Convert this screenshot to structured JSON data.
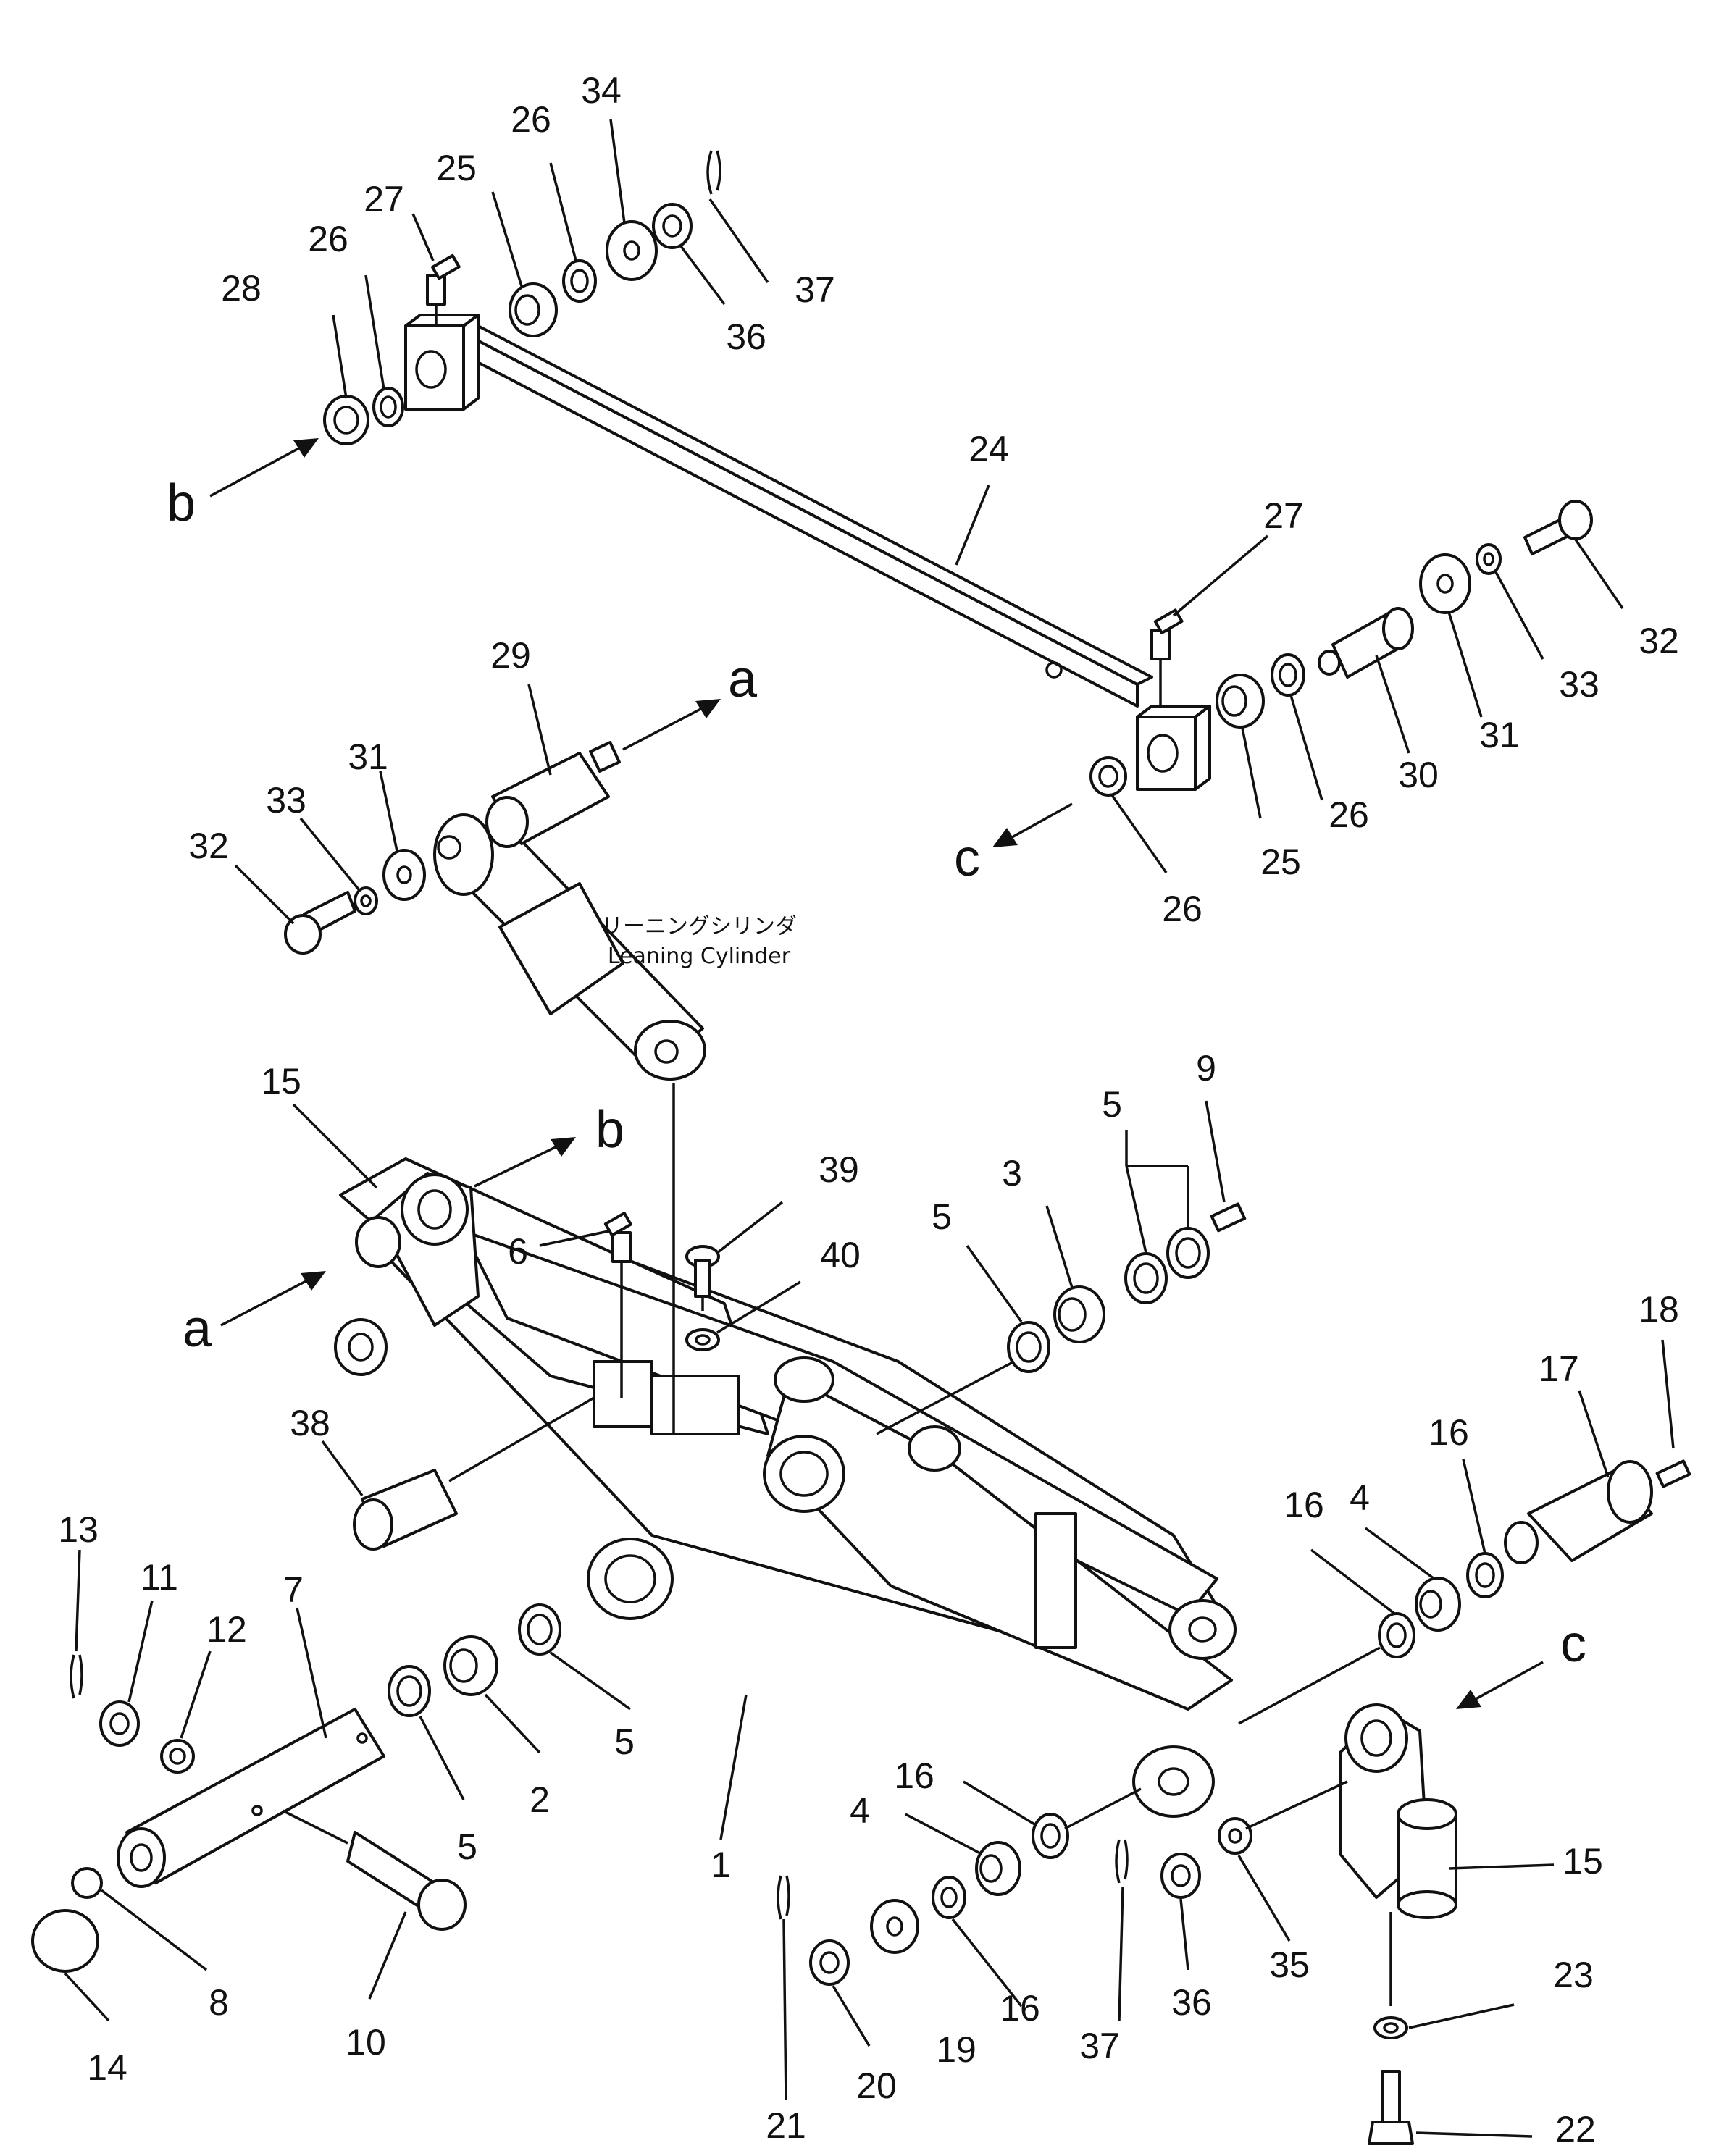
{
  "cylinder_caption": {
    "japanese": "リーニングシリンダ",
    "english": "Leaning Cylinder"
  },
  "view_refs": {
    "a_top": "a",
    "a_bottom": "a",
    "b_top": "b",
    "b_bottom": "b",
    "c_top": "c",
    "c_bottom": "c"
  },
  "callouts": [
    "34",
    "26",
    "27",
    "25",
    "26",
    "28",
    "37",
    "36",
    "24",
    "27",
    "32",
    "33",
    "31",
    "30",
    "26",
    "25",
    "26",
    "29",
    "31",
    "33",
    "32",
    "15",
    "6",
    "39",
    "40",
    "3",
    "5",
    "5",
    "9",
    "18",
    "17",
    "16",
    "4",
    "16",
    "38",
    "13",
    "11",
    "12",
    "7",
    "5",
    "2",
    "5",
    "1",
    "16",
    "4",
    "15",
    "14",
    "8",
    "10",
    "19",
    "16",
    "20",
    "21",
    "37",
    "36",
    "35",
    "23",
    "22"
  ]
}
